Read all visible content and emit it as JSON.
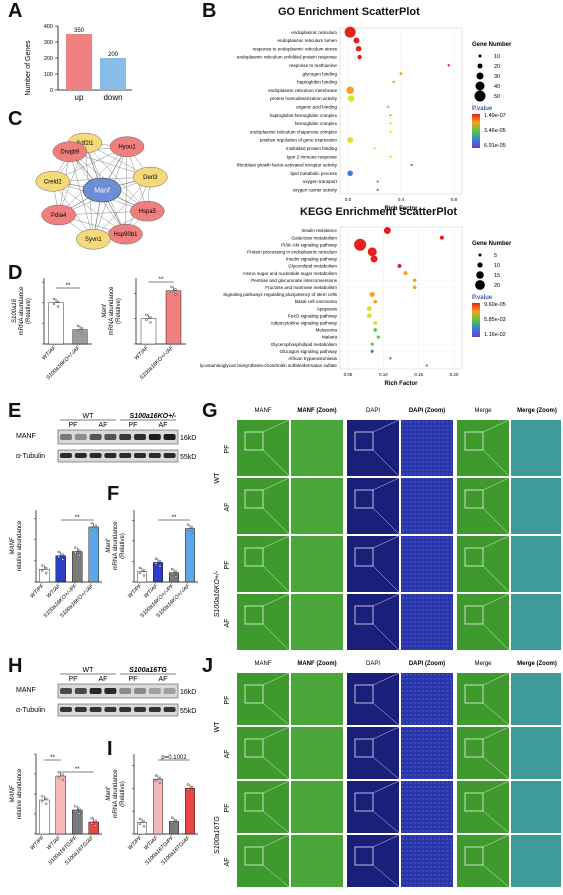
{
  "panels": {
    "A": "A",
    "B": "B",
    "C": "C",
    "D": "D",
    "E": "E",
    "F": "F",
    "G": "G",
    "H": "H",
    "I": "I",
    "J": "J"
  },
  "panel_a": {
    "ylabel": "Number of Genes",
    "categories": [
      "up",
      "down"
    ],
    "values": [
      350,
      200
    ],
    "value_labels": [
      "350",
      "200"
    ],
    "colors": [
      "#f08080",
      "#87bde8"
    ],
    "ylim": [
      0,
      400
    ],
    "ticks": [
      "0",
      "100",
      "200",
      "300",
      "400"
    ]
  },
  "go": {
    "title": "GO Enrichment ScatterPlot",
    "xlabel": "Rich Factor",
    "xticks": [
      "0.0",
      "0.4",
      "0.8"
    ],
    "terms": [
      "endoplasmic reticulum",
      "endoplasmic reticulum lumen",
      "response to endoplasmic reticulum stress",
      "endoplasmic reticulum unfolded protein response",
      "response to methionine",
      "glycogen binding",
      "haptoglobin binding",
      "endoplasmic reticulum membrane",
      "protein homodimerization activity",
      "organic acid binding",
      "haptoglobin-hemoglobin complex",
      "hemoglobin complex",
      "endoplasmic reticulum chaperone complex",
      "positive regulation of gene expression",
      "misfolded protein binding",
      "type 2 immune response",
      "fibroblast growth factor-activated receptor activity",
      "lipid metabolic process",
      "oxygen transport",
      "oxygen carrier activity"
    ],
    "legend_size_title": "Gene Number",
    "sizes": [
      "10",
      "20",
      "30",
      "40",
      "50"
    ],
    "legend_color_title": "P.value",
    "color_ticks": [
      "1.49e-07",
      "3.46e-05",
      "6.91e-05"
    ]
  },
  "kegg": {
    "title": "KEGG Enrichment ScatterPlot",
    "xlabel": "Rich Factor",
    "xticks": [
      "0.05",
      "0.10",
      "0.15",
      "0.20"
    ],
    "terms": [
      "Insulin resistance",
      "Galactose metabolism",
      "PI3K-Akt signaling pathway",
      "Protein processing in endoplasmic reticulum",
      "Insulin signaling pathway",
      "Glycerolipid metabolism",
      "Amino sugar and nucleotide sugar metabolism",
      "Pentose and glucuronate interconversions",
      "Fructose and mannose metabolism",
      "Signaling pathways regulating pluripotency of stem cells",
      "Basal cell carcinoma",
      "Apoptosis",
      "FoxO signaling pathway",
      "Adipocytokine signaling pathway",
      "Melanoma",
      "Malaria",
      "Glycerophospholipid metabolism",
      "Glucagon signaling pathway",
      "African trypanosomiasis",
      "Glycosaminoglycan biosynthesis-chondroitin sulfate/dermatan sulfate"
    ],
    "legend_size_title": "Gene Number",
    "sizes": [
      "5",
      "10",
      "15",
      "20"
    ],
    "legend_color_title": "P.value",
    "color_ticks": [
      "9.60e-05",
      "5.85e-03",
      "1.16e-02"
    ]
  },
  "network": {
    "center": "Manf",
    "nodes": [
      "Sdf2l1",
      "Hyou1",
      "Derl3",
      "Hspa5",
      "Hsp90b1",
      "Syvn1",
      "Pdia4",
      "Creld2",
      "Dnajb9"
    ]
  },
  "panel_d": {
    "ylabel_left": "S100a16",
    "ylabel_left2": "mRNA abundance",
    "ylabel_left3": "(Relative)",
    "ylabel_right": "Manf",
    "ylabel_right2": "mRNA abundance",
    "ylabel_right3": "(Relative)",
    "groups": [
      "WT/AF",
      "S100a16KO+/-/AF"
    ],
    "left_values": [
      1.0,
      0.35
    ],
    "right_values": [
      1.0,
      2.1
    ],
    "sig": "**"
  },
  "panel_e": {
    "wt": "WT",
    "ko": "S100a16KO+/-",
    "pf": "PF",
    "af": "AF",
    "manf": "MANF",
    "tubulin": "α-Tubulin",
    "kd16": "16kD",
    "kd55": "55kD",
    "ylabel": "MANF",
    "ylabel2": "relative abundance",
    "groups": [
      "WT/PF",
      "WT/AF",
      "S100a16KO+/-/PF",
      "S100a16KO+/-/AF"
    ],
    "values": [
      0.3,
      0.62,
      0.72,
      1.3
    ],
    "sig": "**"
  },
  "panel_f": {
    "ylabel": "Manf",
    "ylabel2": "mRNA abundance",
    "ylabel3": "(Relative)",
    "groups": [
      "WT/PF",
      "WT/AF",
      "S100a16KO+/-/PF",
      "S100a16KO+/-/AF"
    ],
    "values": [
      1.0,
      1.9,
      0.9,
      5.2
    ],
    "sig": "**"
  },
  "panel_g": {
    "headers": [
      "MANF",
      "MANF (Zoom)",
      "DAPI",
      "DAPI (Zoom)",
      "Merge",
      "Merge (Zoom)"
    ],
    "wt": "WT",
    "ko": "S100a16KO+/-",
    "pf": "PF",
    "af": "AF"
  },
  "panel_h": {
    "wt": "WT",
    "tg": "S100a16TG",
    "pf": "PF",
    "af": "AF",
    "manf": "MANF",
    "tubulin": "α-Tubulin",
    "kd16": "16kD",
    "kd55": "55kD",
    "ylabel": "MANF",
    "ylabel2": "relative abundance",
    "groups": [
      "WT/PF",
      "WT/AF",
      "S100a16TG/PF",
      "S100a16TG/AF"
    ],
    "values": [
      0.85,
      1.45,
      0.6,
      0.3
    ],
    "sig": "**"
  },
  "panel_i": {
    "ylabel": "Manf",
    "ylabel2": "mRNA abundance",
    "ylabel3": "(Relative)",
    "groups": [
      "WT/PF",
      "WT/AF",
      "S100a16TG/PF",
      "S100a16TG/AF"
    ],
    "values": [
      1.0,
      4.8,
      1.1,
      4.0
    ],
    "p": "p=0.1002"
  },
  "panel_j": {
    "headers": [
      "MANF",
      "MANF (Zoom)",
      "DAPI",
      "DAPI (Zoom)",
      "Merge",
      "Merge (Zoom)"
    ],
    "wt": "WT",
    "tg": "S100a16TG",
    "pf": "PF",
    "af": "AF"
  }
}
